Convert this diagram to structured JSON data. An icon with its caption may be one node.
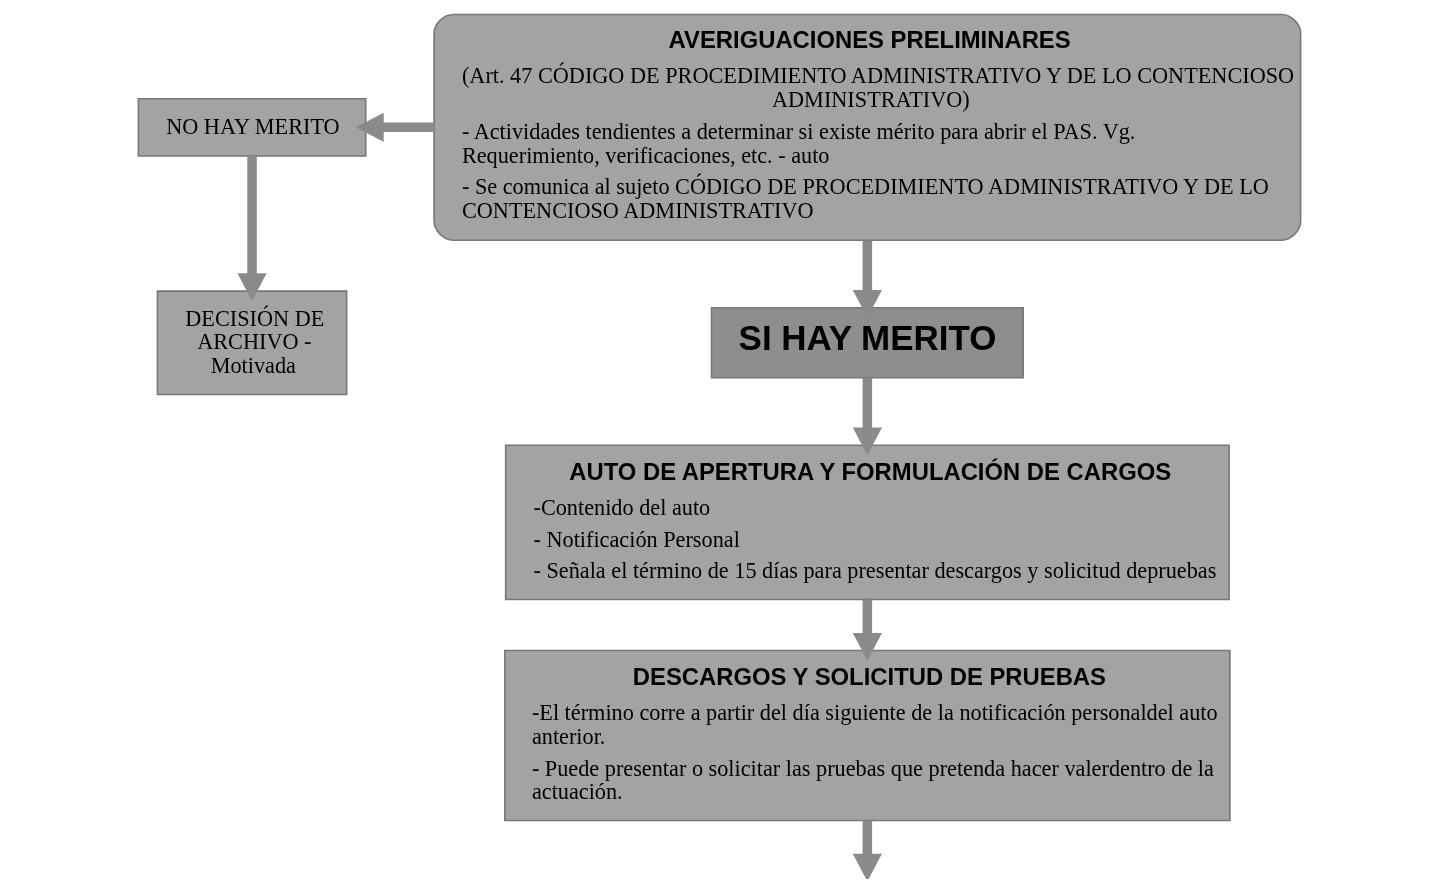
{
  "diagram": {
    "nodes": [
      {
        "text": [
          "AVERIGUACIONES PRELIMINARES",
          "(Art. 47 CÓDIGO DE PROCEDIMIENTO ADMINISTRATIVO Y DE LO CONTENCIOSO ADMINISTRATIVO)",
          "- Actividades tendientes a determinar si existe mérito para abrir el PAS. Vg. Requerimiento, verificaciones, etc. - auto",
          "- Se comunica al sujeto CÓDIGO DE PROCEDIMIENTO ADMINISTRATIVO Y DE LO CONTENCIOSO ADMINISTRATIVO"
        ]
      },
      {
        "text": [
          "NO HAY MERITO"
        ]
      },
      {
        "text": [
          "DECISIÓN DE ARCHIVO - Motivada"
        ]
      },
      {
        "text": [
          "SI HAY MERITO"
        ]
      },
      {
        "text": [
          "AUTO DE APERTURA Y FORMULACIÓN DE CARGOS",
          "-Contenido del auto",
          "- Notificación Personal",
          "- Señala el término de 15 días para presentar descargos y solicitud depruebas"
        ]
      },
      {
        "text": [
          "DESCARGOS Y SOLICITUD DE PRUEBAS",
          "-El término corre a partir del día siguiente de la notificación personaldel auto anterior.",
          "- Puede presentar o solicitar las pruebas que pretenda hacer valerdentro de la actuación."
        ]
      }
    ],
    "edges": [
      {
        "from": 0,
        "to": 1,
        "arrow": "to"
      },
      {
        "from": 1,
        "to": 2,
        "arrow": "to"
      },
      {
        "from": 0,
        "to": 3,
        "arrow": "to"
      },
      {
        "from": 3,
        "to": 4,
        "arrow": "to"
      },
      {
        "from": 4,
        "to": 5,
        "arrow": "to"
      },
      {
        "from": 5,
        "to": null,
        "arrow": "to"
      }
    ]
  }
}
